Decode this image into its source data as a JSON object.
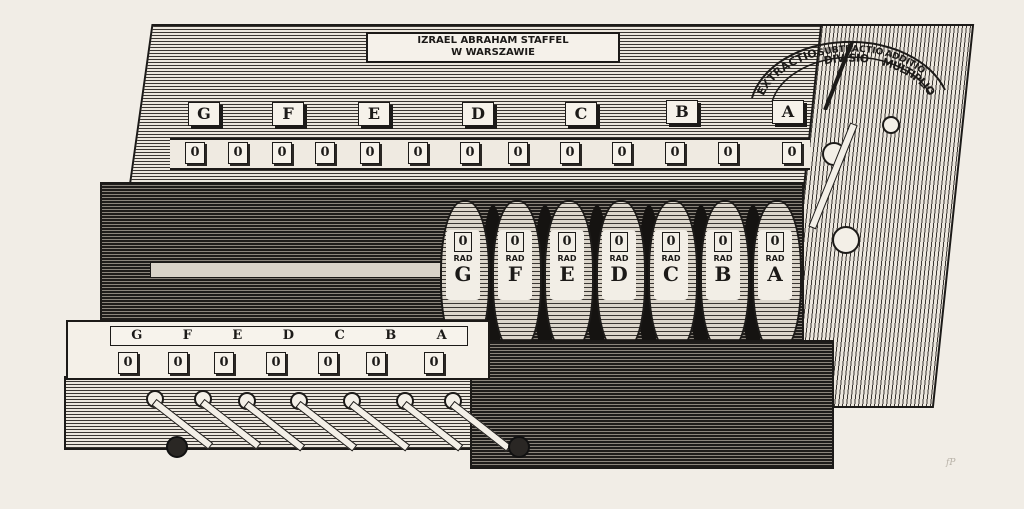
{
  "image": {
    "subject": "Engraving of a mechanical calculating machine",
    "maker_plate": {
      "line1": "IZRAEL ABRAHAM STAFFEL",
      "line2": "W WARSZAWIE"
    },
    "operation_dial": {
      "labels": [
        "EXTRACTIO",
        "SUBTRACTIO",
        "DIVISIO",
        "ADDITIO",
        "MULTIPLIO"
      ]
    },
    "upper_keys": [
      "G",
      "F",
      "E",
      "D",
      "C",
      "B",
      "A"
    ],
    "upper_result_windows": [
      "0",
      "0",
      "0",
      "0",
      "0",
      "0",
      "0",
      "0",
      "0",
      "0",
      "0",
      "0",
      "0"
    ],
    "wheels": [
      {
        "digit": "0",
        "rad": "RAD",
        "letter": "G"
      },
      {
        "digit": "0",
        "rad": "RAD",
        "letter": "F"
      },
      {
        "digit": "0",
        "rad": "RAD",
        "letter": "E"
      },
      {
        "digit": "0",
        "rad": "RAD",
        "letter": "D"
      },
      {
        "digit": "0",
        "rad": "RAD",
        "letter": "C"
      },
      {
        "digit": "0",
        "rad": "RAD",
        "letter": "B"
      },
      {
        "digit": "0",
        "rad": "RAD",
        "letter": "A"
      }
    ],
    "lower_labels": [
      "G",
      "F",
      "E",
      "D",
      "C",
      "B",
      "A"
    ],
    "lower_windows": [
      "0",
      "0",
      "0",
      "0",
      "0",
      "0",
      "0"
    ],
    "artist_mark": "fP"
  },
  "colors": {
    "paper": "#f1ede6",
    "ink": "#1c1a18"
  }
}
